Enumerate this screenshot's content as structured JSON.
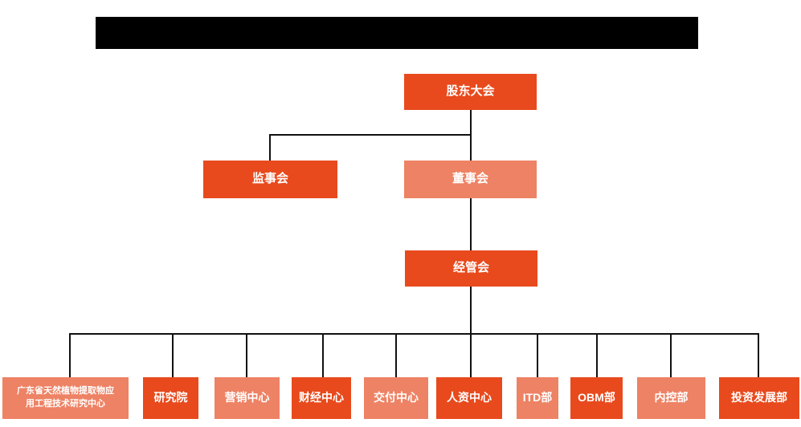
{
  "colors": {
    "primary": "#E84A1D",
    "secondary": "#EE8264",
    "line": "#111111",
    "background": "#FFFFFF",
    "redaction": "#000000"
  },
  "header": {
    "redacted_title": ""
  },
  "org_chart": {
    "root": {
      "label": "股东大会",
      "variant": "primary"
    },
    "row2": [
      {
        "label": "监事会",
        "variant": "primary"
      },
      {
        "label": "董事会",
        "variant": "secondary"
      }
    ],
    "row3": {
      "label": "经管会",
      "variant": "primary"
    },
    "departments": [
      {
        "label": "广东省天然植物提取物应\n用工程技术研究中心",
        "variant": "secondary"
      },
      {
        "label": "研究院",
        "variant": "primary"
      },
      {
        "label": "营销中心",
        "variant": "secondary"
      },
      {
        "label": "财经中心",
        "variant": "primary"
      },
      {
        "label": "交付中心",
        "variant": "secondary"
      },
      {
        "label": "人资中心",
        "variant": "primary"
      },
      {
        "label": "ITD部",
        "variant": "secondary"
      },
      {
        "label": "OBM部",
        "variant": "primary"
      },
      {
        "label": "内控部",
        "variant": "secondary"
      },
      {
        "label": "投资发展部",
        "variant": "primary"
      }
    ]
  }
}
